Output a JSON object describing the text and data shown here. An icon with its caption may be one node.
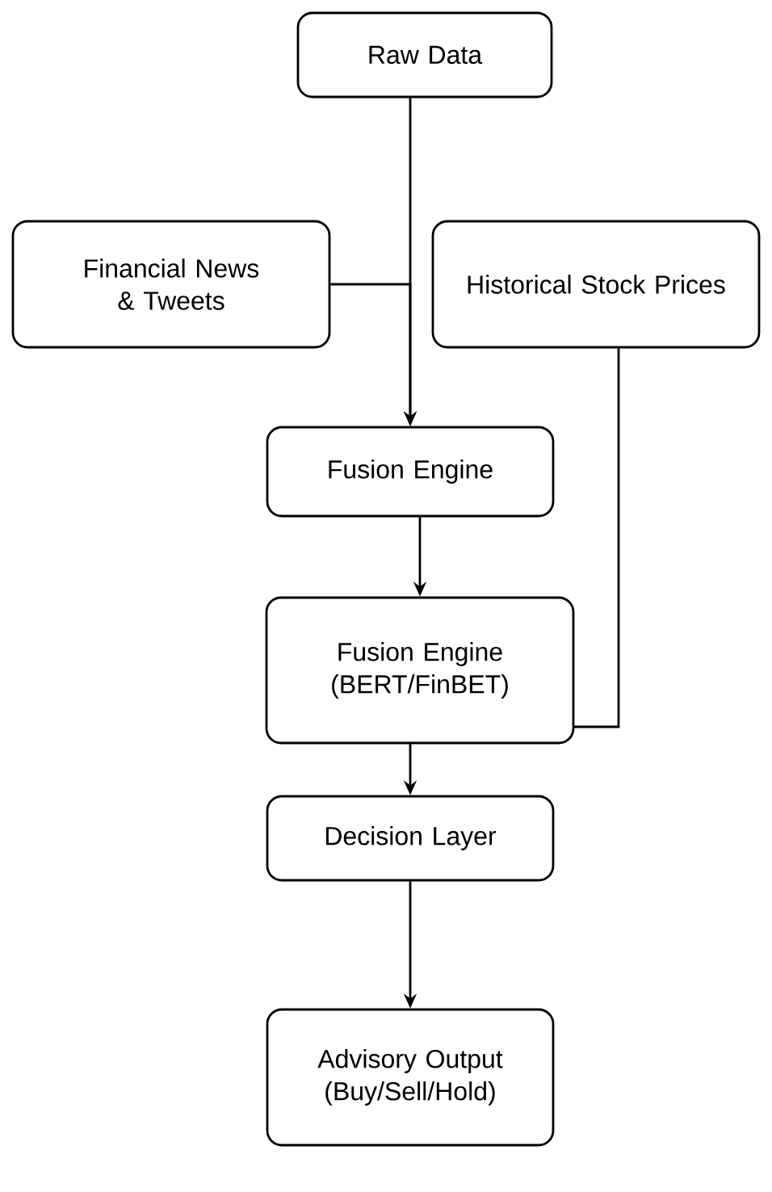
{
  "diagram": {
    "nodes": [
      {
        "text": [
          "Raw Data"
        ]
      },
      {
        "text": [
          "Financial News & Tweets"
        ]
      },
      {
        "text": [
          "Historical Stock Prices"
        ]
      },
      {
        "text": [
          "Fusion Engine"
        ]
      },
      {
        "text": [
          "Fusion Engine (BERT/FinBET)"
        ]
      },
      {
        "text": [
          "Decision Layer"
        ]
      },
      {
        "text": [
          "Advisory Output (Buy/Sell/Hold)"
        ]
      }
    ],
    "edges": [
      {
        "from": 0,
        "to": 3,
        "arrow": "to"
      },
      {
        "from": 1,
        "to": 3,
        "arrow": "to"
      },
      {
        "from": 2,
        "to": 4,
        "arrow": "none"
      },
      {
        "from": 3,
        "to": 4,
        "arrow": "to"
      },
      {
        "from": 4,
        "to": 5,
        "arrow": "to"
      },
      {
        "from": 5,
        "to": 6,
        "arrow": "to"
      }
    ]
  }
}
